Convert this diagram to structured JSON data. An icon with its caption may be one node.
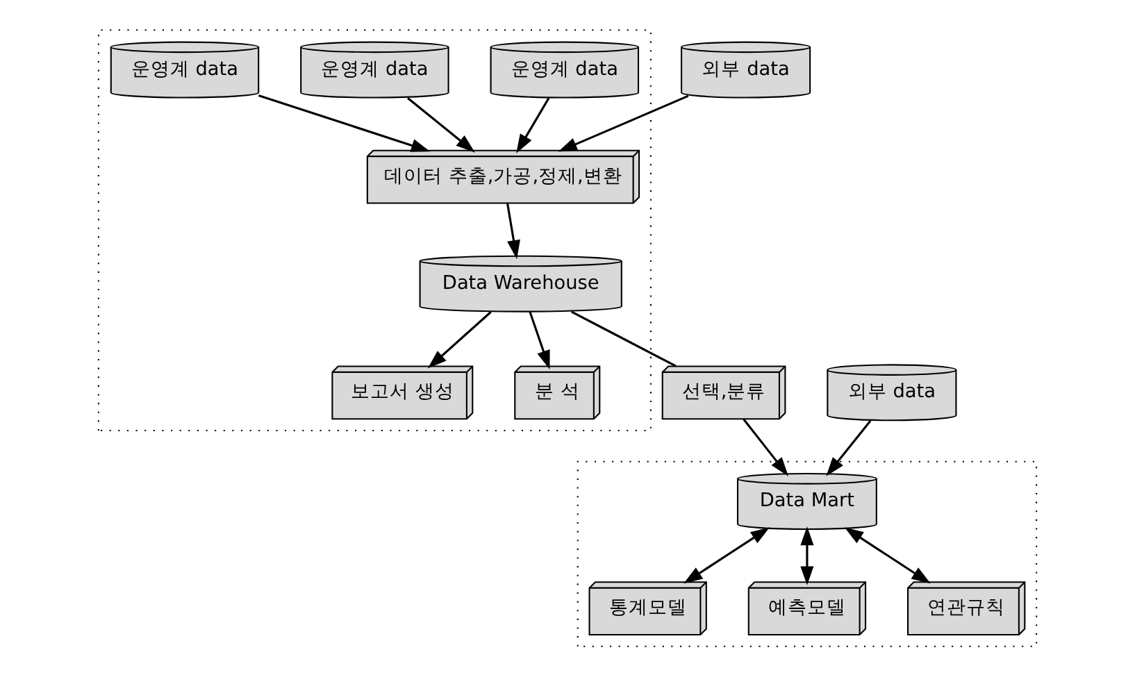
{
  "diagram": {
    "nodes": [
      {
        "text": [],
        "shape": "box"
      },
      {
        "text": [
          "운영계 data"
        ],
        "in": 0
      },
      {
        "text": [
          "운영계 data"
        ],
        "in": 0
      },
      {
        "text": [
          "운영계 data"
        ],
        "in": 0
      },
      {
        "text": [
          "데이터 추출,가공,정제,변환"
        ],
        "in": 0
      },
      {
        "text": [
          "외부 data"
        ]
      },
      {
        "text": [
          "외부 data"
        ]
      },
      {
        "text": [
          "Data Warehouse"
        ],
        "in": 0
      },
      {
        "text": [],
        "shape": "box"
      },
      {
        "text": [
          "선택,분류"
        ]
      },
      {
        "text": [
          "Data Mart"
        ],
        "in": 8
      },
      {
        "text": [
          "보고서 생성"
        ],
        "in": 0
      },
      {
        "text": [
          "분 석"
        ],
        "in": 0
      },
      {
        "text": [
          "통계모델"
        ],
        "in": 8
      },
      {
        "text": [
          "예측모델"
        ],
        "in": 8
      },
      {
        "text": [
          "연관규칙"
        ],
        "in": 8
      }
    ],
    "edges": [
      {
        "from": 1,
        "to": 4,
        "arrow": "to"
      },
      {
        "from": 2,
        "to": 4,
        "arrow": "to"
      },
      {
        "from": 3,
        "to": 4,
        "arrow": "to"
      },
      {
        "from": 5,
        "to": 4,
        "arrow": "to"
      },
      {
        "from": 4,
        "to": 7,
        "arrow": "to"
      },
      {
        "from": 7,
        "to": 9,
        "arrow": "none"
      },
      {
        "from": 9,
        "to": 10,
        "arrow": "to"
      },
      {
        "from": 6,
        "to": 10,
        "arrow": "to"
      },
      {
        "from": 7,
        "to": 11,
        "arrow": "to"
      },
      {
        "from": 7,
        "to": 12,
        "arrow": "to"
      },
      {
        "from": 10,
        "to": 13,
        "arrow": "both"
      },
      {
        "from": 10,
        "to": 14,
        "arrow": "both"
      },
      {
        "from": 10,
        "to": 15,
        "arrow": "both"
      }
    ]
  }
}
